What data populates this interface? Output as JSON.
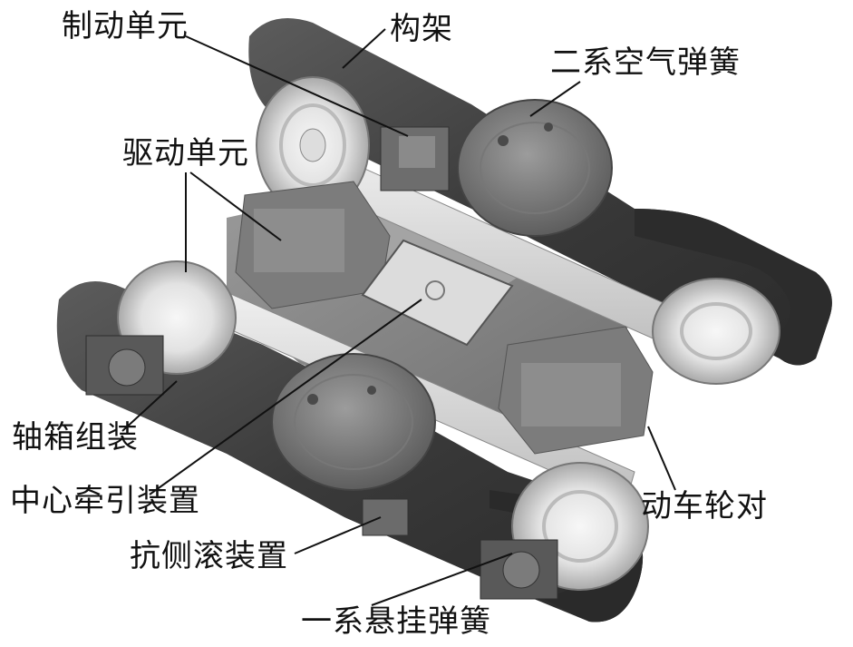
{
  "labels": {
    "brake_unit": "制动单元",
    "bogie_frame": "构架",
    "secondary_air_spring": "二系空气弹簧",
    "drive_unit": "驱动单元",
    "axle_box_assembly": "轴箱组装",
    "center_traction_device": "中心牵引装置",
    "motor_wheelset": "动车轮对",
    "anti_roll_device": "抗侧滚装置",
    "primary_suspension_spring": "一系悬挂弹簧"
  }
}
